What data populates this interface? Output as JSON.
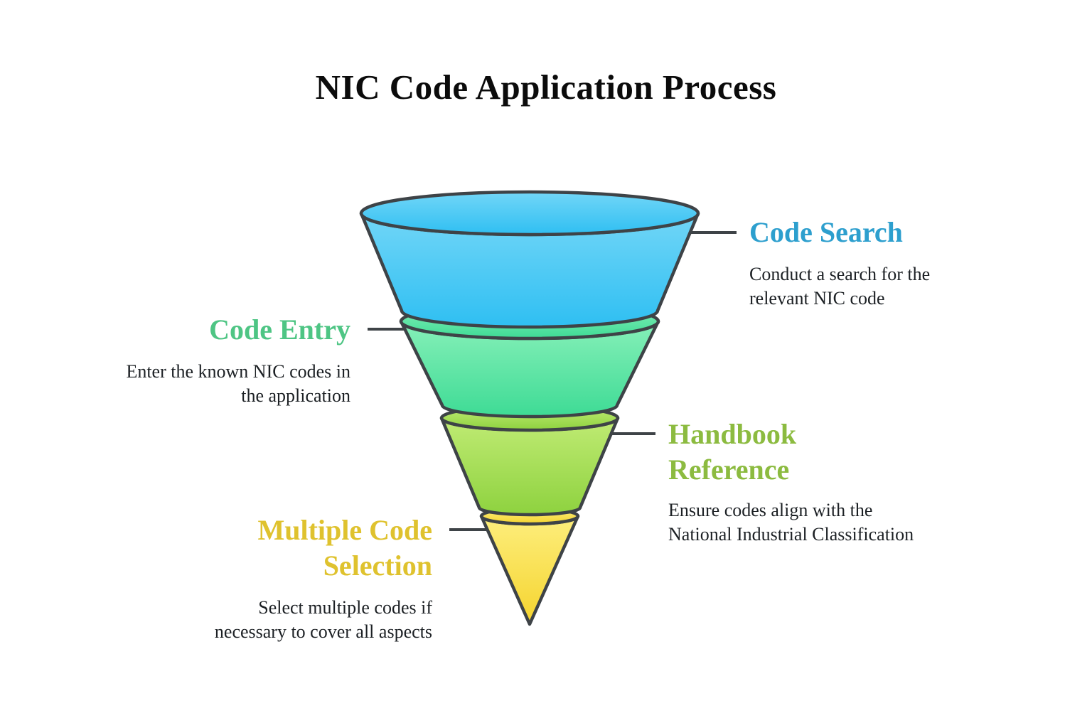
{
  "page": {
    "title": "NIC Code Application Process",
    "background": "#ffffff"
  },
  "funnel": {
    "type": "funnel-diagram",
    "outline_color": "#3e4347",
    "stages": [
      {
        "label": "Code Search",
        "description": "Conduct a search for the relevant NIC code",
        "label_color": "#2d9fce",
        "fill_top": "#72d6f7",
        "fill_bottom": "#2fbff2",
        "side": "right"
      },
      {
        "label": "Code Entry",
        "description": "Enter the known NIC codes in the application",
        "label_color": "#4ec584",
        "fill_top": "#87f0b9",
        "fill_bottom": "#3edb95",
        "side": "left"
      },
      {
        "label": "Handbook Reference",
        "description": "Ensure codes align with the National Industrial Classification",
        "label_color": "#8cbb40",
        "fill_top": "#c0eb74",
        "fill_bottom": "#8ed23f",
        "side": "right"
      },
      {
        "label": "Multiple Code Selection",
        "description": "Select multiple codes if necessary to cover all aspects",
        "label_color": "#dfc22e",
        "fill_top": "#fdee7d",
        "fill_bottom": "#f5d42e",
        "side": "left"
      }
    ]
  }
}
